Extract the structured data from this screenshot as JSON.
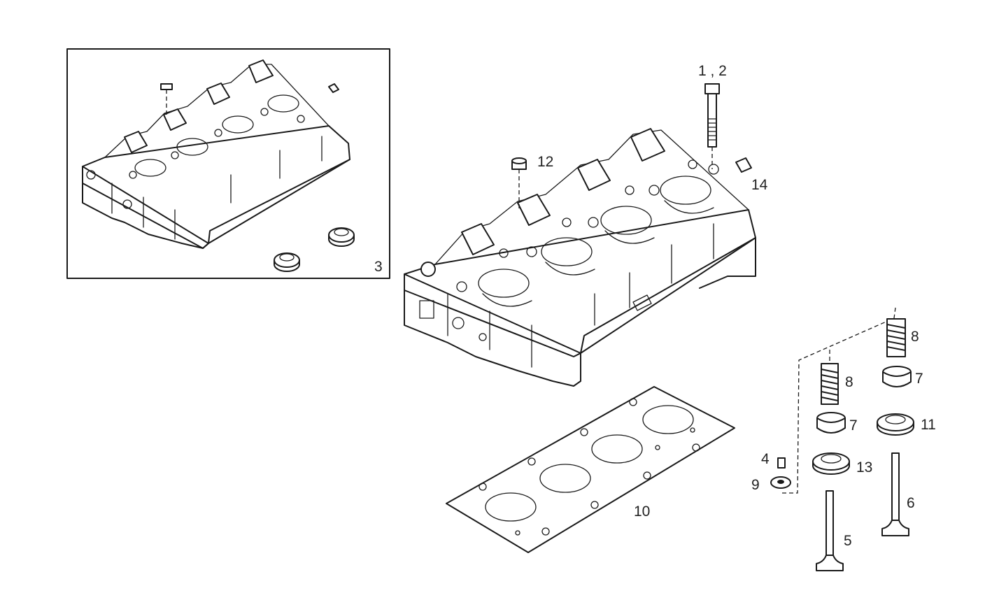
{
  "diagram": {
    "callouts": {
      "bolt": "1 , 2",
      "head_assembly": "3",
      "valve_key": "4",
      "intake_valve": "5",
      "exhaust_valve": "6",
      "spring_retainer_a": "7",
      "spring_retainer_b": "7",
      "valve_spring_a": "8",
      "valve_spring_b": "8",
      "spring_seat": "9",
      "head_gasket": "10",
      "stem_seal_a": "11",
      "plug": "12",
      "stem_seal_b": "13",
      "dowel": "14"
    }
  }
}
